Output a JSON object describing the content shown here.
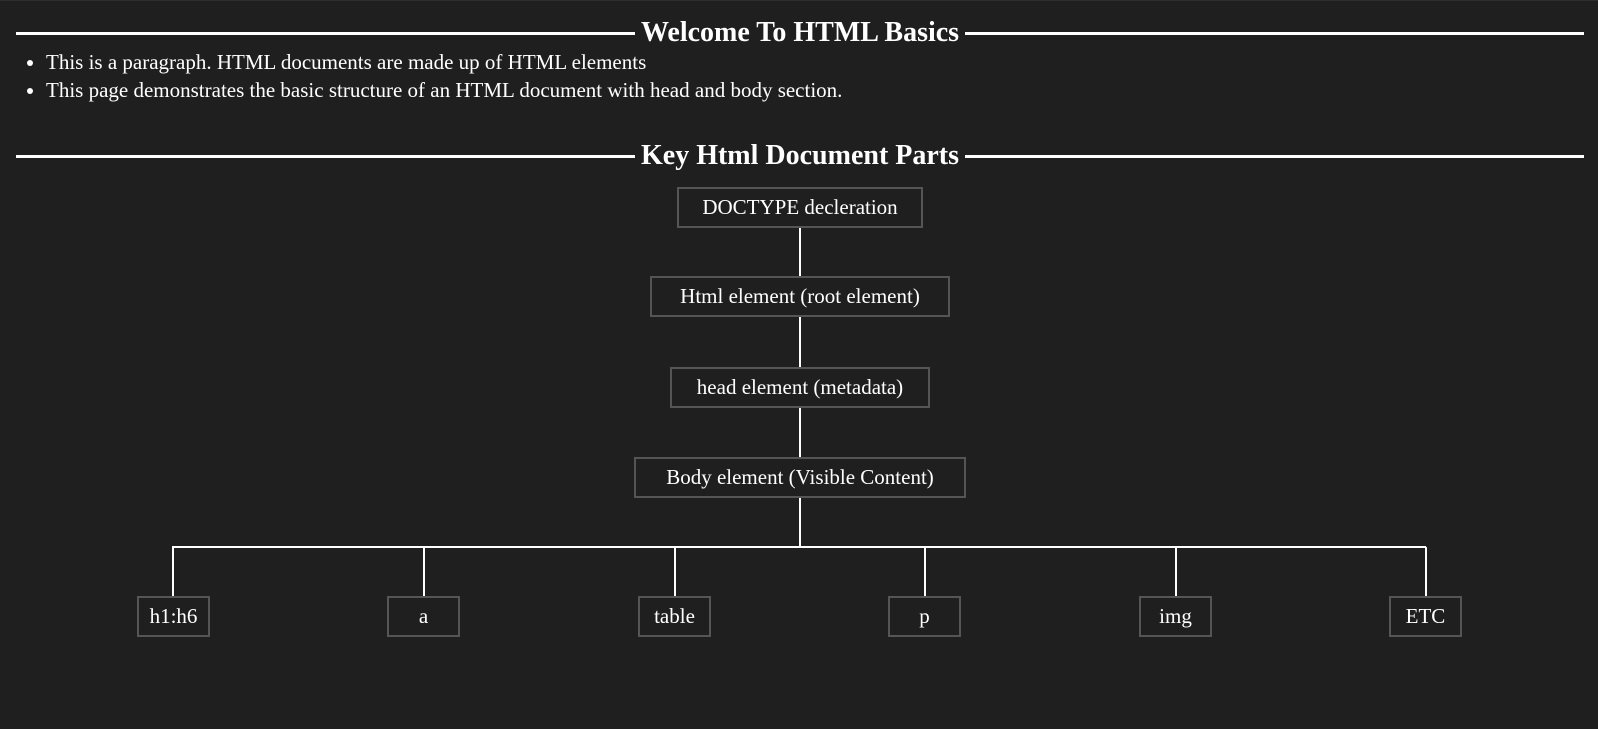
{
  "header": {
    "title": "Welcome To HTML Basics"
  },
  "intro": {
    "items": [
      "This is a paragraph. HTML documents are made up of HTML elements",
      "This page demonstrates the basic structure of an HTML document with head and body section."
    ]
  },
  "diagram": {
    "title": "Key Html Document Parts",
    "chain": [
      "DOCTYPE decleration",
      "Html element (root element)",
      "head element (metadata)",
      "Body element (Visible Content)"
    ],
    "children": [
      "h1:h6",
      "a",
      "table",
      "p",
      "img",
      "ETC"
    ]
  },
  "colors": {
    "background": "#1f1f1f",
    "text": "#ffffff",
    "node_border": "#555555",
    "connector": "#ffffff"
  }
}
